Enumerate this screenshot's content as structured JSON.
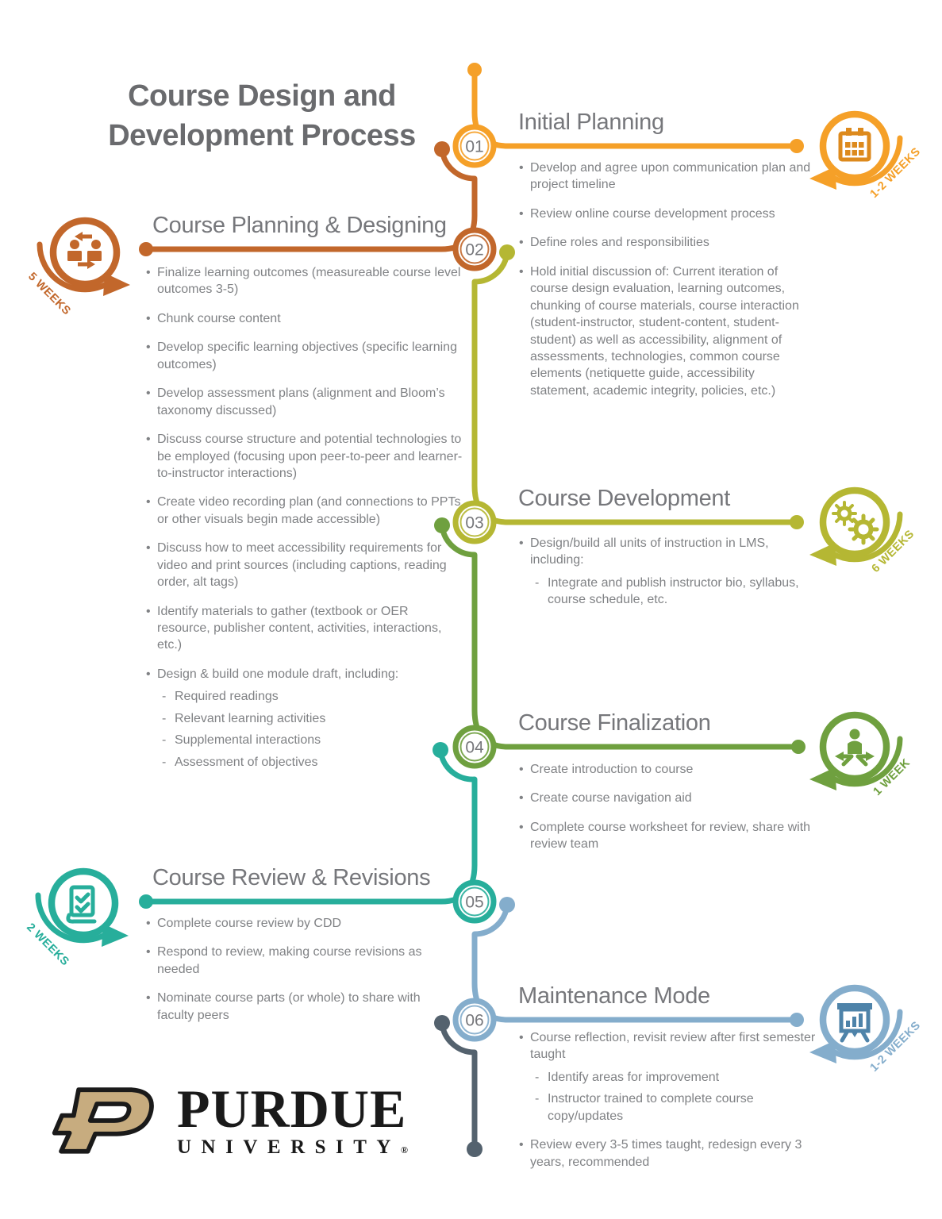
{
  "title": {
    "line1": "Course Design and",
    "line2": "Development Process"
  },
  "colors": {
    "orange": "#F5A028",
    "orange_glyph": "#DD8A1D",
    "rust": "#C2672B",
    "olive": "#B5B733",
    "green": "#6FA03F",
    "teal": "#27AE9B",
    "blue": "#84ADCC",
    "blue_glyph": "#4E83A9",
    "slate": "#54626E",
    "heading": "#76777B",
    "body": "#808285",
    "title_color": "#6A6B6E",
    "logo_gold": "#C7AC7F",
    "logo_black": "#1A1A1A"
  },
  "sections": [
    {
      "number": "01",
      "title": "Initial Planning",
      "duration": "1-2 WEEKS",
      "side": "right",
      "color": "orange",
      "icon": "calendar-icon",
      "bullets": [
        {
          "text": "Develop and agree upon communication plan and project timeline"
        },
        {
          "text": "Review online course development process"
        },
        {
          "text": "Define roles and responsibilities"
        },
        {
          "text": "Hold initial discussion of: Current iteration of course design evaluation, learning outcomes, chunking of course materials, course interaction (student-instructor, student-content, student-student) as well as accessibility, alignment of assessments, technologies, common course elements (netiquette guide, accessibility statement, academic integrity, policies, etc.)"
        }
      ]
    },
    {
      "number": "02",
      "title": "Course Planning & Designing",
      "duration": "5 WEEKS",
      "side": "left",
      "color": "rust",
      "icon": "people-swap-icon",
      "bullets": [
        {
          "text": "Finalize learning outcomes (measureable course level outcomes 3-5)"
        },
        {
          "text": "Chunk course content"
        },
        {
          "text": "Develop specific learning objectives (specific learning outcomes)"
        },
        {
          "text": "Develop assessment plans (alignment and Bloom’s taxonomy discussed)"
        },
        {
          "text": "Discuss course structure and potential technologies to be employed (focusing upon peer-to-peer and learner-to-instructor interactions)"
        },
        {
          "text": "Create video recording plan (and connections to PPTs or other visuals begin made accessible)"
        },
        {
          "text": "Discuss how to meet accessibility requirements for video and print sources (including captions, reading order, alt tags)"
        },
        {
          "text": "Identify materials to gather (textbook or OER resource, publisher content, activities, interactions, etc.)"
        },
        {
          "text": "Design & build one module draft, including:",
          "subs": [
            "Required readings",
            "Relevant learning activities",
            "Supplemental interactions",
            "Assessment of objectives"
          ]
        }
      ]
    },
    {
      "number": "03",
      "title": "Course Development",
      "duration": "6 WEEKS",
      "side": "right",
      "color": "olive",
      "icon": "gears-icon",
      "bullets": [
        {
          "text": "Design/build all units of instruction in LMS, including:",
          "subs": [
            "Integrate and publish instructor bio, syllabus, course schedule, etc."
          ]
        }
      ]
    },
    {
      "number": "04",
      "title": "Course Finalization",
      "duration": "1 WEEK",
      "side": "right",
      "color": "green",
      "icon": "person-arrows-icon",
      "bullets": [
        {
          "text": "Create introduction to course"
        },
        {
          "text": "Create course navigation aid"
        },
        {
          "text": "Complete course worksheet for review, share with review team"
        }
      ]
    },
    {
      "number": "05",
      "title": "Course Review & Revisions",
      "duration": "2 WEEKS",
      "side": "left",
      "color": "teal",
      "icon": "checklist-icon",
      "bullets": [
        {
          "text": "Complete course review by CDD"
        },
        {
          "text": "Respond to review, making course revisions as needed"
        },
        {
          "text": "Nominate course parts (or whole) to share with faculty peers"
        }
      ]
    },
    {
      "number": "06",
      "title": "Maintenance Mode",
      "duration": "1-2 WEEKS",
      "side": "right",
      "color": "blue",
      "icon": "presentation-chart-icon",
      "bullets": [
        {
          "text": "Course reflection, revisit review after first semester taught",
          "subs": [
            "Identify areas for improvement",
            "Instructor trained to complete course copy/updates"
          ]
        },
        {
          "text": "Review every 3-5 times taught, redesign every 3 years, recommended"
        }
      ]
    }
  ],
  "logo": {
    "wordmark": "PURDUE",
    "sub": "UNIVERSITY",
    "registered": "®"
  }
}
